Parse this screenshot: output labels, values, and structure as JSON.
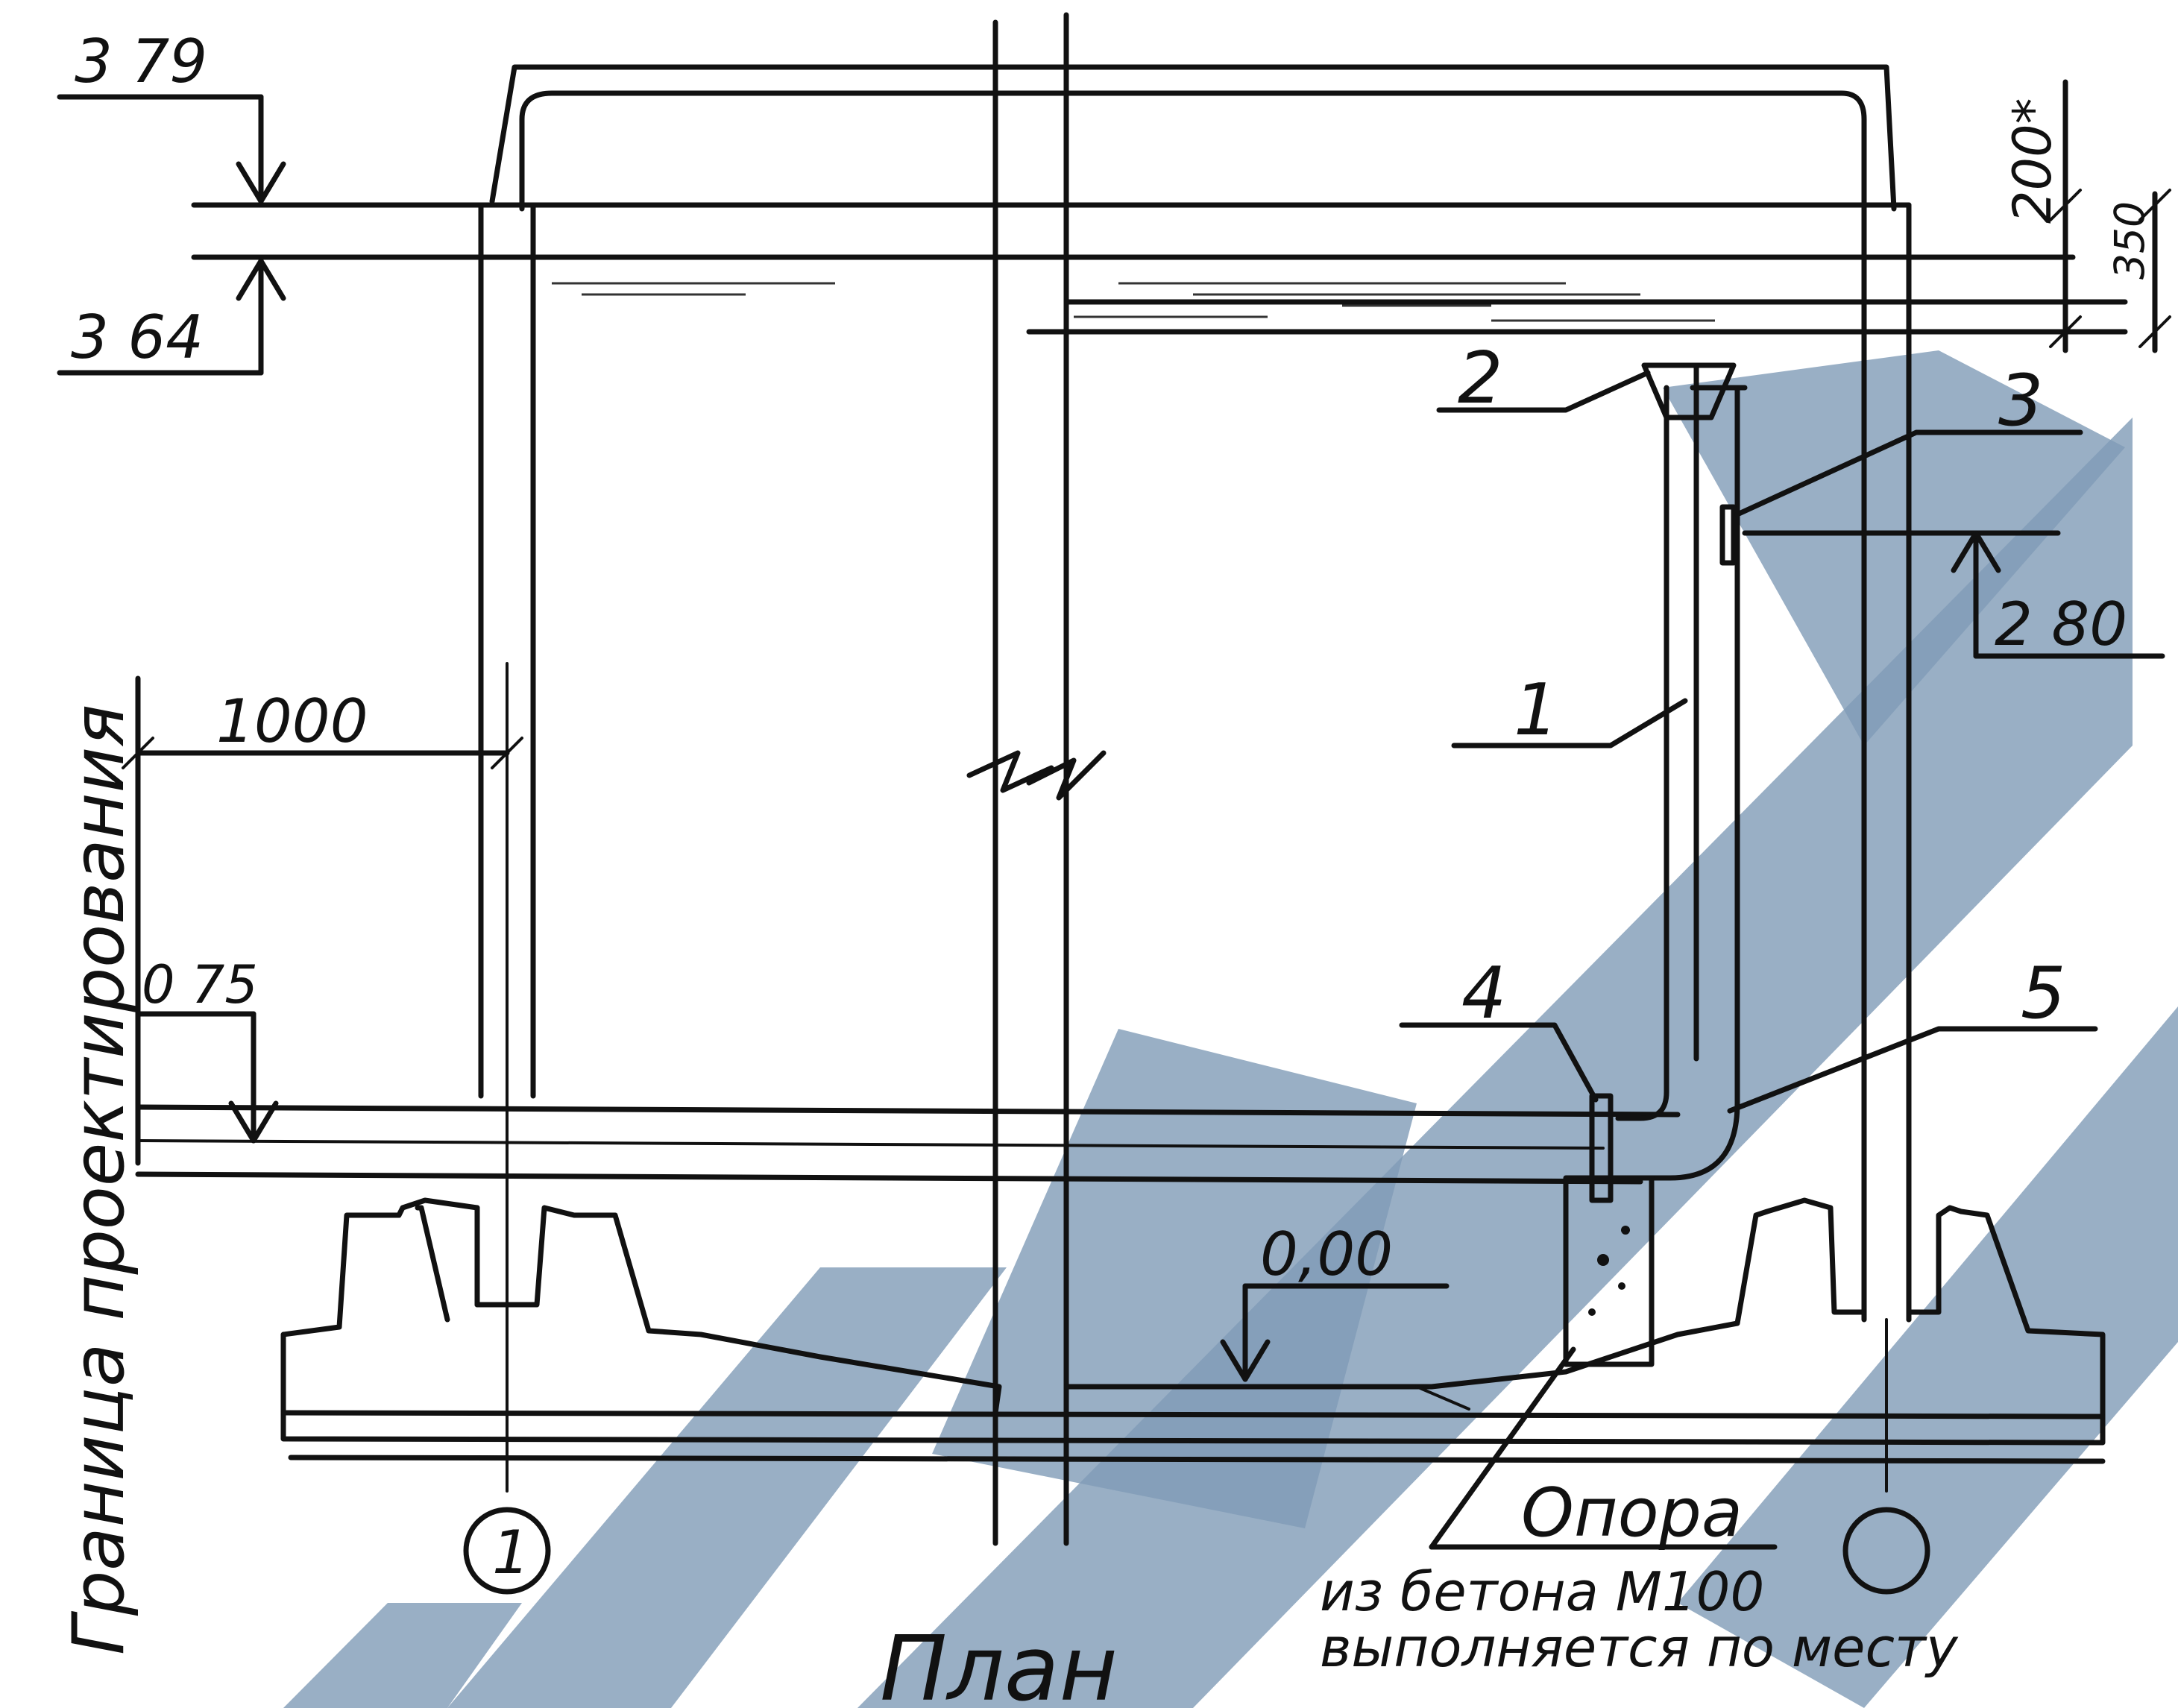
{
  "labels": {
    "elev_top": "3 79",
    "elev_water": "3 64",
    "dim_200": "200*",
    "dim_350": "350",
    "elev_280": "2 80",
    "dim_1000": "1000",
    "elev_075": "0 75",
    "elev_000": "0,00",
    "boundary_text": "Граница проектирования",
    "pos_1": "1",
    "pos_2": "2",
    "pos_3": "3",
    "pos_4": "4",
    "pos_5": "5",
    "axis_1": "1",
    "support_title": "Опора",
    "support_line1": "из бетона М100",
    "support_line2": "выполняется по месту",
    "plan_title": "План"
  },
  "watermark": {
    "color": "#7f9bb6"
  }
}
